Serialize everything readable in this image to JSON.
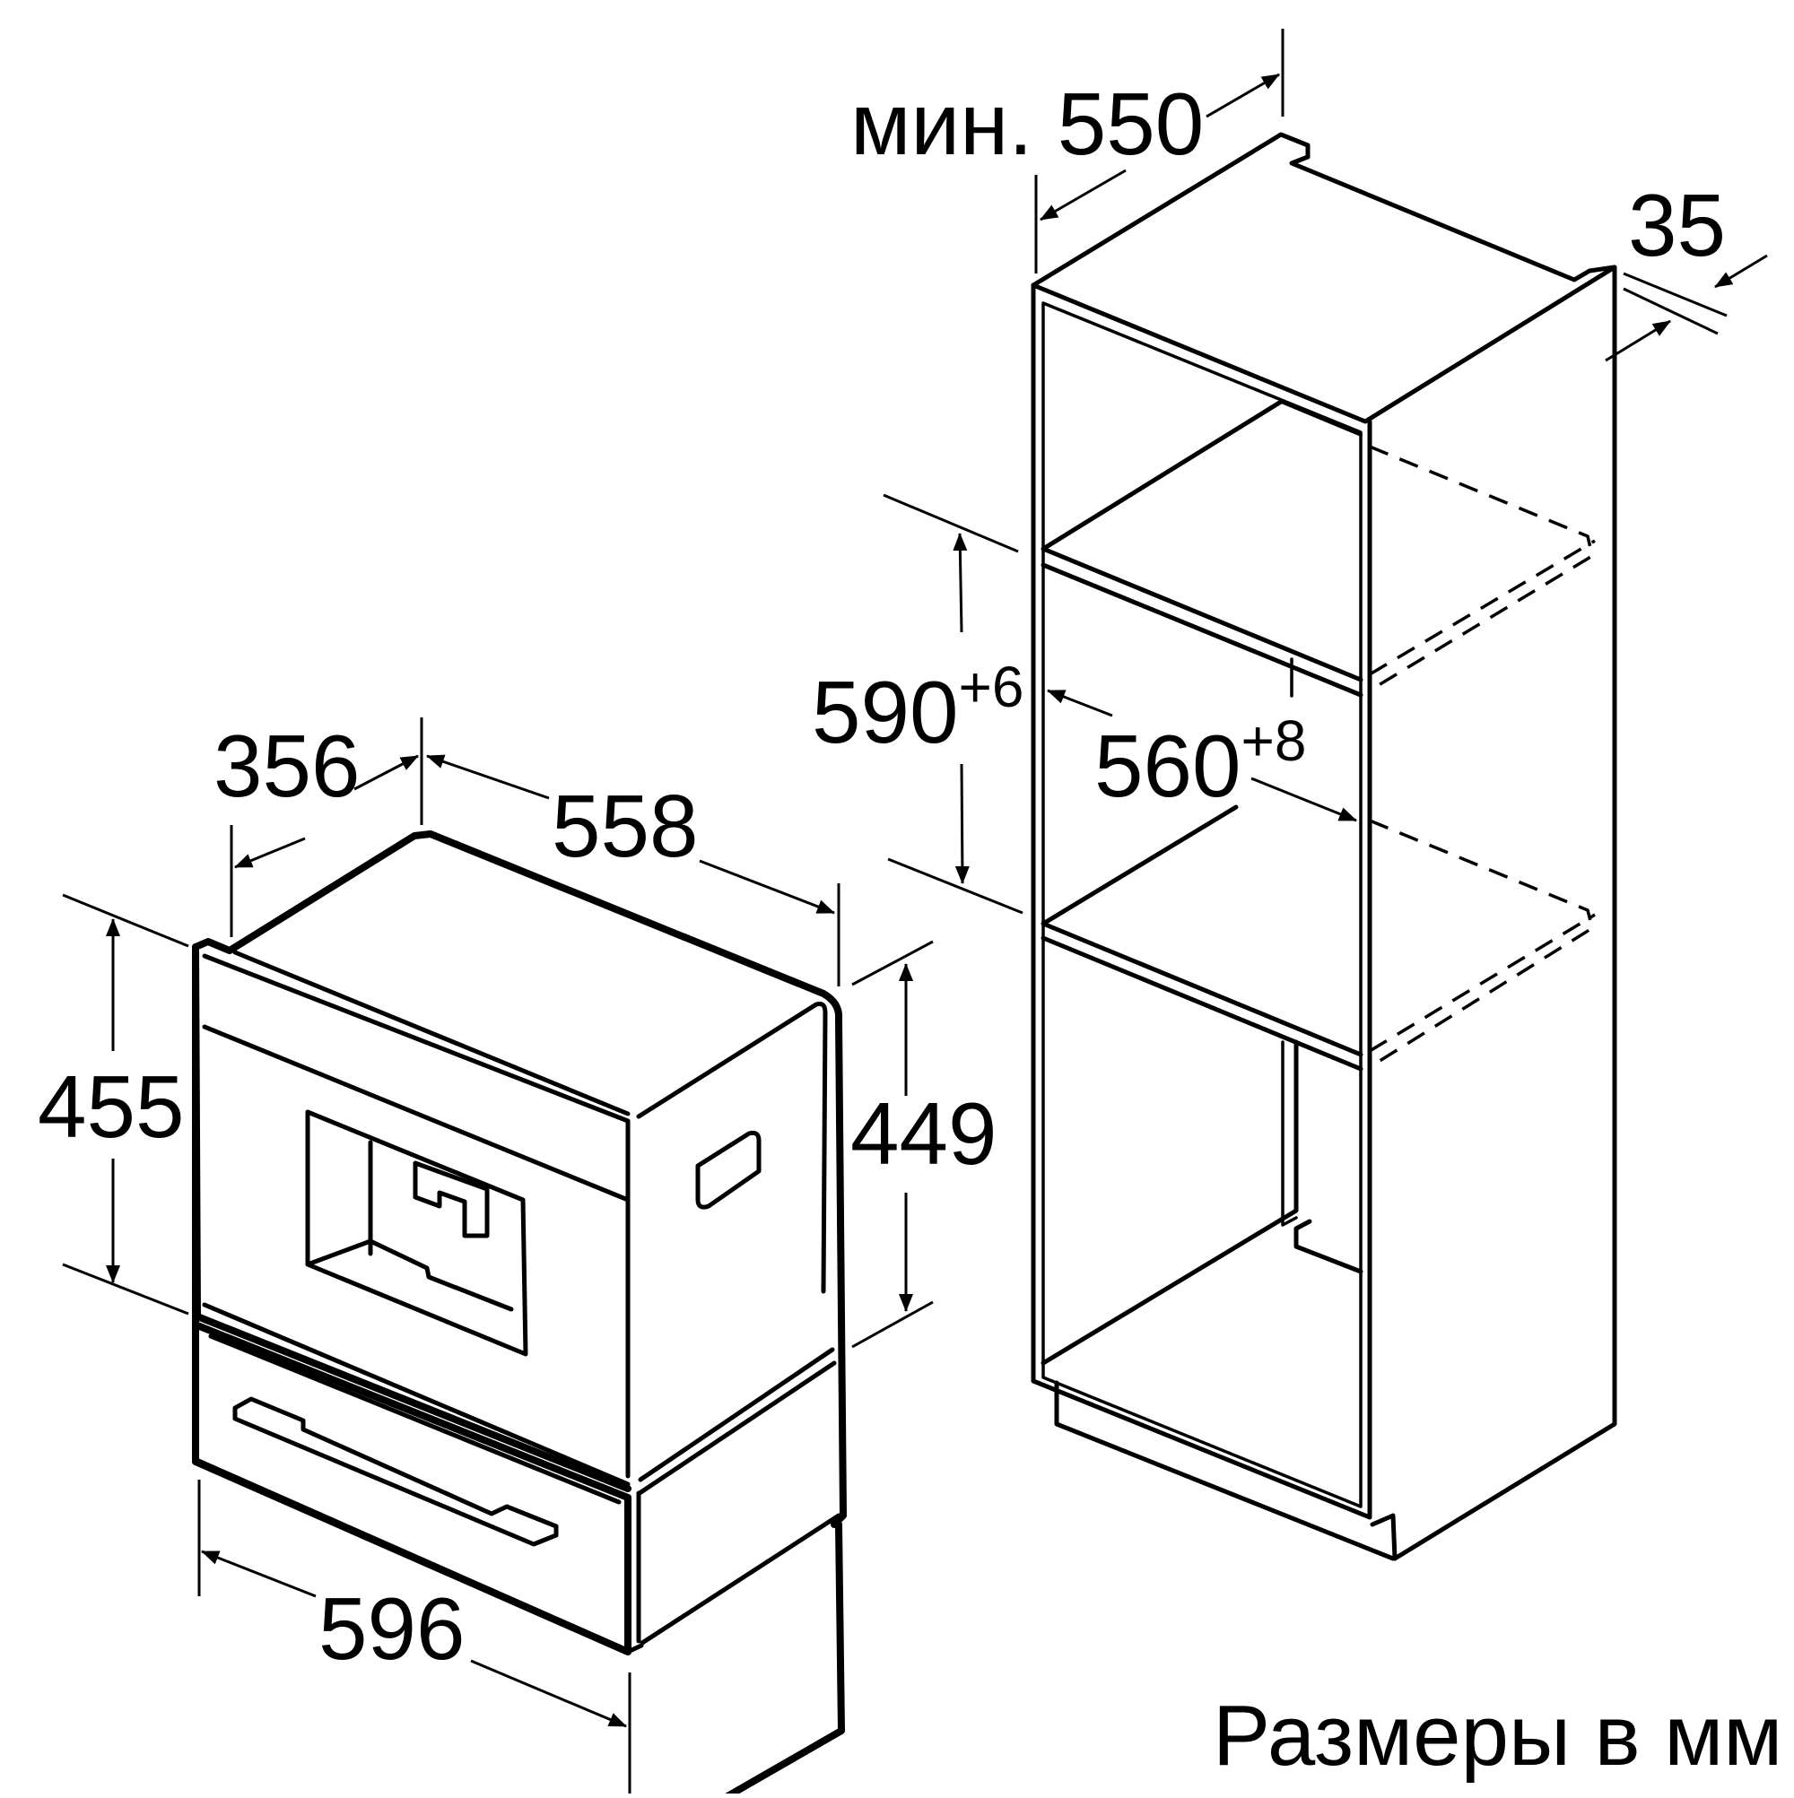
{
  "appliance": {
    "depth_label": "356",
    "width_top_label": "558",
    "height_front_label": "455",
    "height_side_label": "449",
    "width_front_label": "596"
  },
  "cabinet": {
    "min_depth_label": "мин. 550",
    "offset_label": "35",
    "niche_height_label": "590",
    "niche_height_tolerance": "+6",
    "niche_width_label": "560",
    "niche_width_tolerance": "+8"
  },
  "note": "Размеры в мм"
}
